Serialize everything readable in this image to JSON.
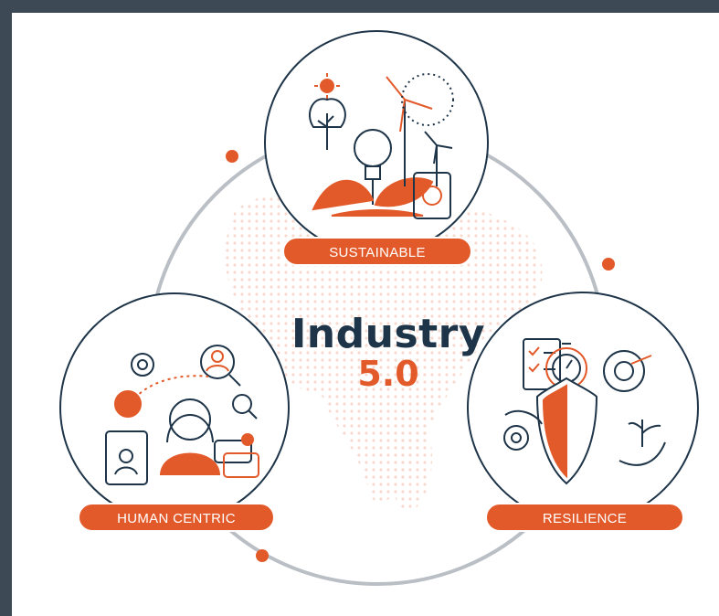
{
  "title": {
    "word": "Industry",
    "version": "5.0"
  },
  "pillars": [
    {
      "label": "SUSTAINABLE"
    },
    {
      "label": "HUMAN CENTRIC"
    },
    {
      "label": "RESILIENCE"
    }
  ],
  "colors": {
    "accent": "#e35a2a",
    "navy": "#1e3448",
    "ring": "#b9bfc4",
    "frame": "#3d4a55",
    "map_dots": "#f7d9cf"
  },
  "icons": {
    "sustainable": [
      "sun-icon",
      "tree-icon",
      "lightbulb-plant-icon",
      "wind-turbine-icon",
      "recycle-barrel-icon"
    ],
    "human_centric": [
      "gear-icon",
      "user-search-icon",
      "woman-avatar-icon",
      "id-card-icon",
      "chat-bubbles-icon"
    ],
    "resilience": [
      "checklist-icon",
      "stopwatch-icon",
      "target-icon",
      "shield-icon",
      "gear-icon",
      "hand-plant-icon"
    ]
  }
}
